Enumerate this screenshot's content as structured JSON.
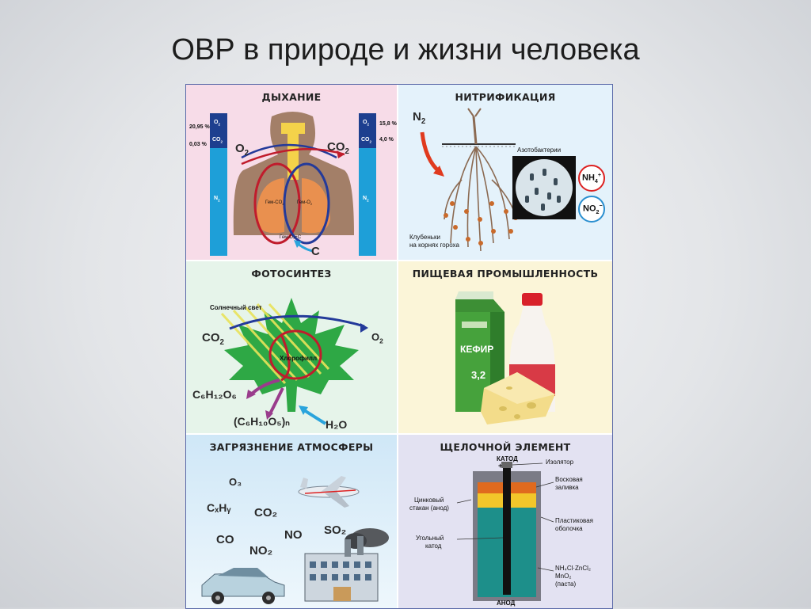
{
  "slide": {
    "title": "ОВР в природе и жизни человека"
  },
  "breathing": {
    "title": "ДЫХАНИЕ",
    "left_o2_pct": "20,95 %",
    "left_co2_pct": "0,03 %",
    "right_o2_pct": "15,8 %",
    "right_co2_pct": "4,0 %",
    "o2": "O",
    "co2": "CO",
    "n2": "N",
    "sub2": "2",
    "o2_in": "O",
    "co2_out": "CO",
    "hb_co2": "Гем-CO",
    "hb_o2": "Гем-O",
    "hb_oc": "Гем-O₂+C",
    "carbon": "C"
  },
  "nitrification": {
    "title": "НИТРИФИКАЦИЯ",
    "n2": "N",
    "sub2": "2",
    "azotobacteria": "Азотобактерии",
    "nodules_line1": "Клубеньки",
    "nodules_line2": "на корнях гороха",
    "nh4": "NH",
    "nh4_sub": "4",
    "nh4_sup": "+",
    "no2": "NO",
    "no2_sub": "2",
    "no2_sup": "−"
  },
  "photosynthesis": {
    "title": "ФОТОСИНТЕЗ",
    "sunlight": "Солнечный свет",
    "co2": "CO",
    "o2": "O",
    "sub2": "2",
    "chlorophyll": "Хлорофилл",
    "glucose": "C₆H₁₂O₆",
    "starch": "(C₆H₁₀O₅)ₙ",
    "water": "H₂O"
  },
  "food": {
    "title": "ПИЩЕВАЯ ПРОМЫШЛЕННОСТЬ",
    "kefir": "КЕФИР",
    "fat": "3,2"
  },
  "pollution": {
    "title": "ЗАГРЯЗНЕНИЕ АТМОСФЕРЫ",
    "o3": "O₃",
    "cxhy": "CₓHᵧ",
    "co2": "CO₂",
    "no": "NO",
    "so2": "SO₂",
    "co": "CO",
    "no2": "NO₂"
  },
  "battery": {
    "title": "ЩЕЛОЧНОЙ ЭЛЕМЕНТ",
    "cathode": "КАТОД",
    "plus": "+",
    "insulator": "Изолятор",
    "wax1": "Восковая",
    "wax2": "заливка",
    "zinc1": "Цинковый",
    "zinc2": "стакан (анод)",
    "shell1": "Пластиковая",
    "shell2": "оболочка",
    "carbon1": "Угольный",
    "carbon2": "катод",
    "paste1": "NH₄Cl·ZnCl₂",
    "paste2": "MnO₂",
    "paste3": "(паста)",
    "anode": "АНОД"
  }
}
